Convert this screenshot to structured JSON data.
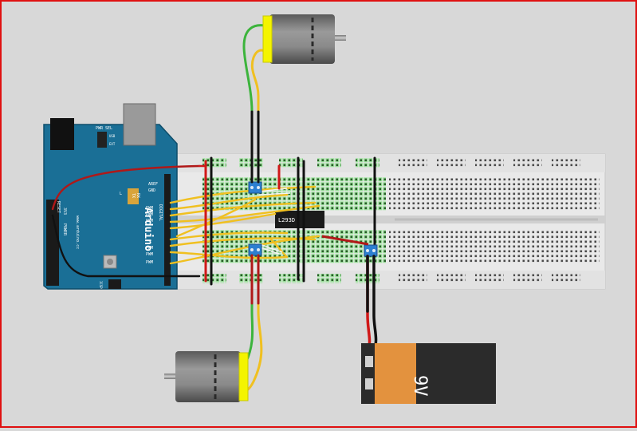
{
  "arduino": {
    "brand": "Arduino",
    "website": "www.arduino.cc",
    "pwr_sel": "PWR SEL",
    "usb": "USB",
    "ext": "EXT",
    "tx": "TX",
    "rx": "RX",
    "l": "L",
    "aref": "AREF",
    "gnd": "GND",
    "digital": "DIGITAL",
    "pwm": "PWM",
    "power": "POWER",
    "reset": "RESET",
    "v33": "3V3",
    "icsp": "ICSP"
  },
  "chip": {
    "label": "L293D"
  },
  "battery": {
    "label": "9V",
    "plus": "+",
    "minus": "-"
  },
  "colors": {
    "board_blue": "#1a6f96",
    "breadboard": "#e9e9e9",
    "wire_yellow": "#f0c020",
    "wire_green": "#3cb43c",
    "wire_red": "#d01818",
    "wire_black": "#111111",
    "motor_cap": "#f4f400",
    "battery_orange": "#e3923e",
    "frame_red": "#e01010"
  }
}
